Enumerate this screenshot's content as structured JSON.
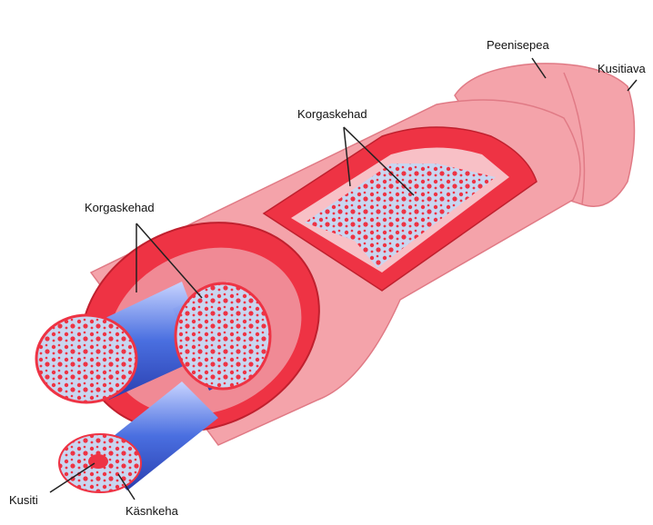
{
  "labels": {
    "glans": "Peenisepea",
    "urethral_opening": "Kusitiava",
    "corpora_top": "Korgaskehad",
    "corpora_left": "Korgaskehad",
    "urethra": "Kusiti",
    "spongiosum": "Käsnkeha"
  },
  "colors": {
    "skin": "#f4a3aa",
    "tissue_red": "#ee3344",
    "spongy": "#c9d6f0",
    "blue": "#4a6fe0"
  }
}
